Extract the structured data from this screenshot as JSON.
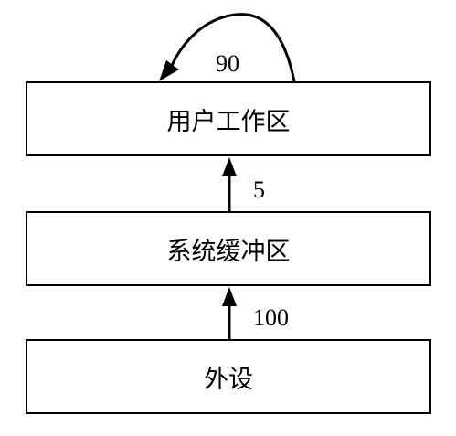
{
  "boxes": {
    "user_area": "用户工作区",
    "system_buffer": "系统缓冲区",
    "peripheral": "外设"
  },
  "flows": {
    "loop_value": "90",
    "buffer_to_user_value": "5",
    "peripheral_to_buffer_value": "100"
  },
  "colors": {
    "stroke": "#000000",
    "fill": "#ffffff"
  }
}
